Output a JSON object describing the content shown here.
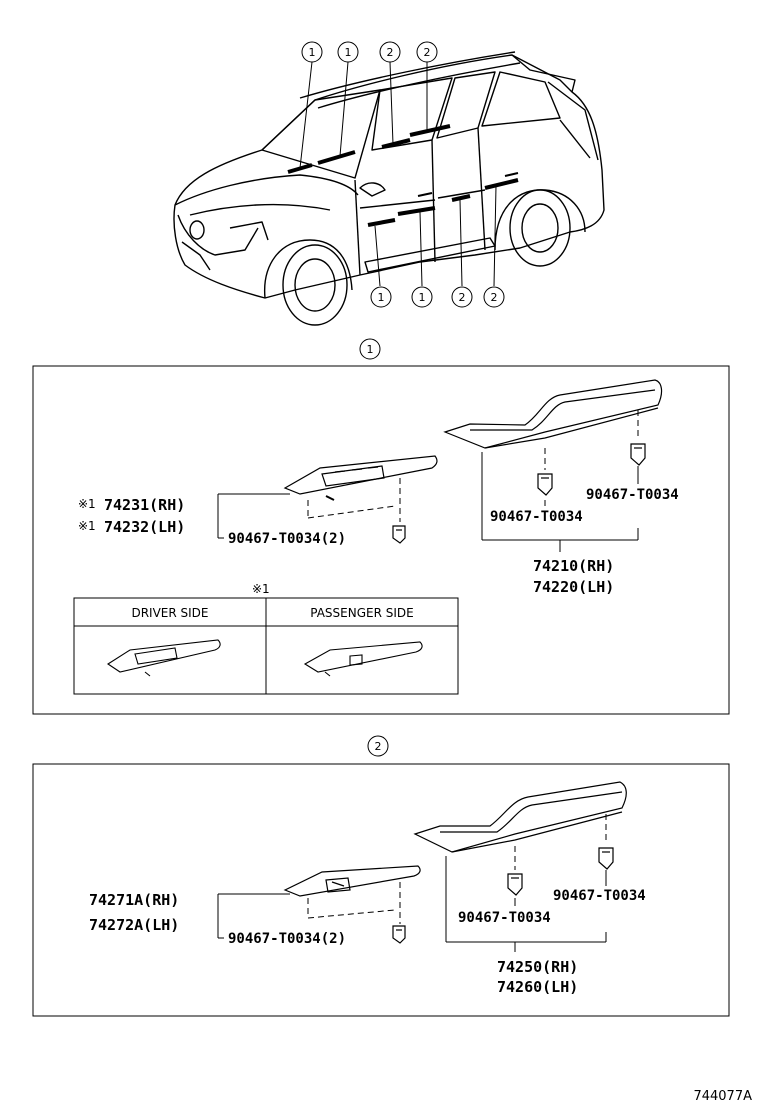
{
  "callout_labels": {
    "one": "1",
    "two": "2"
  },
  "section1": {
    "marker": "1",
    "switch_base_rh": "74231(RH)",
    "switch_base_lh": "74232(LH)",
    "note_mark_rh": "※1",
    "note_mark_lh": "※1",
    "switch_clip": "90467-T0034(2)",
    "armrest_clip_a": "90467-T0034",
    "armrest_clip_b": "90467-T0034",
    "armrest_rh": "74210(RH)",
    "armrest_lh": "74220(LH)",
    "note_table": {
      "mark": "※1",
      "headers": [
        "DRIVER SIDE",
        "PASSENGER SIDE"
      ]
    }
  },
  "section2": {
    "marker": "2",
    "switch_base_rh": "74271A(RH)",
    "switch_base_lh": "74272A(LH)",
    "switch_clip": "90467-T0034(2)",
    "armrest_clip_a": "90467-T0034",
    "armrest_clip_b": "90467-T0034",
    "armrest_rh": "74250(RH)",
    "armrest_lh": "74260(LH)"
  },
  "figure_id": "744077A"
}
